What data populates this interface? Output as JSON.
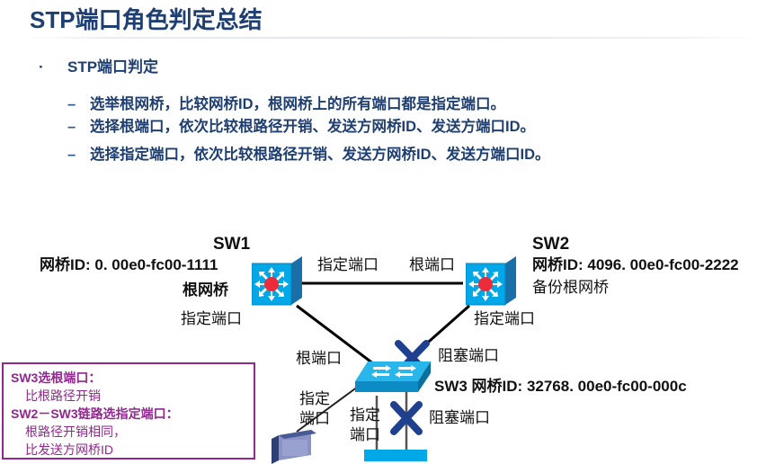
{
  "slide": {
    "title": "STP端口角色判定总结"
  },
  "bullets": {
    "level1": "STP端口判定",
    "marker_l1": "·",
    "marker_l2": "–",
    "level2": [
      "选举根网桥，比较网桥ID，根网桥上的所有端口都是指定端口。",
      "选择根端口，依次比较根路径开销、发送方网桥ID、发送方端口ID。",
      "选择指定端口，依次比较根路径开销、发送方网桥ID、发送方端口ID。"
    ]
  },
  "diagram": {
    "sw1": {
      "name": "SW1",
      "bridge_id": "网桥ID: 0. 00e0-fc00-1111",
      "role": "根网桥",
      "port_right": "指定端口",
      "port_down": "指定端口"
    },
    "sw2": {
      "name": "SW2",
      "bridge_id": "网桥ID: 4096. 00e0-fc00-2222",
      "role": "备份根网桥",
      "port_left": "根端口",
      "port_down": "指定端口"
    },
    "sw3": {
      "name_and_id": "SW3  网桥ID: 32768. 00e0-fc00-000c",
      "port_root": "根端口",
      "port_designated_1_l1": "指定",
      "port_designated_1_l2": "端口",
      "port_designated_2_l1": "指定",
      "port_designated_2_l2": "端口",
      "blocked_1": "阻塞端口",
      "blocked_2": "阻塞端口"
    },
    "colors": {
      "switch_body": "#00a8e8",
      "switch_side": "#1b6fa8",
      "switch_red_dot": "#ec2c3b",
      "link": "#000000",
      "blocked_x": "#1f3f8f",
      "pc": "#3b4f8a"
    }
  },
  "note_box": {
    "lines": [
      "SW3选根端口：",
      "比根路径开销",
      "SW2－SW3链路选指定端口：",
      "根路径开销相同，",
      "比发送方网桥ID"
    ],
    "border_color": "#92278f",
    "text_color": "#92278f"
  }
}
